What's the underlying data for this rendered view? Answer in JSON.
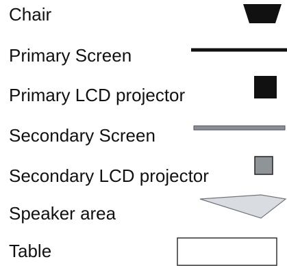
{
  "legend": {
    "items": [
      {
        "label": "Chair",
        "icon": "chair-icon",
        "fill": "#111111"
      },
      {
        "label": "Primary Screen",
        "icon": "primary-screen-icon",
        "stroke": "#111111"
      },
      {
        "label": "Primary LCD projector",
        "icon": "primary-lcd-projector-icon",
        "fill": "#111111"
      },
      {
        "label": "Secondary Screen",
        "icon": "secondary-screen-icon",
        "fill": "#8a8f96",
        "stroke": "#4d5258"
      },
      {
        "label": "Secondary LCD projector",
        "icon": "secondary-lcd-projector-icon",
        "fill": "#8f9499",
        "stroke": "#222222"
      },
      {
        "label": "Speaker area",
        "icon": "speaker-area-icon",
        "fill": "#d9dce0",
        "stroke": "#70757b"
      },
      {
        "label": "Table",
        "icon": "table-icon",
        "fill": "#ffffff",
        "stroke": "#222222"
      }
    ]
  }
}
